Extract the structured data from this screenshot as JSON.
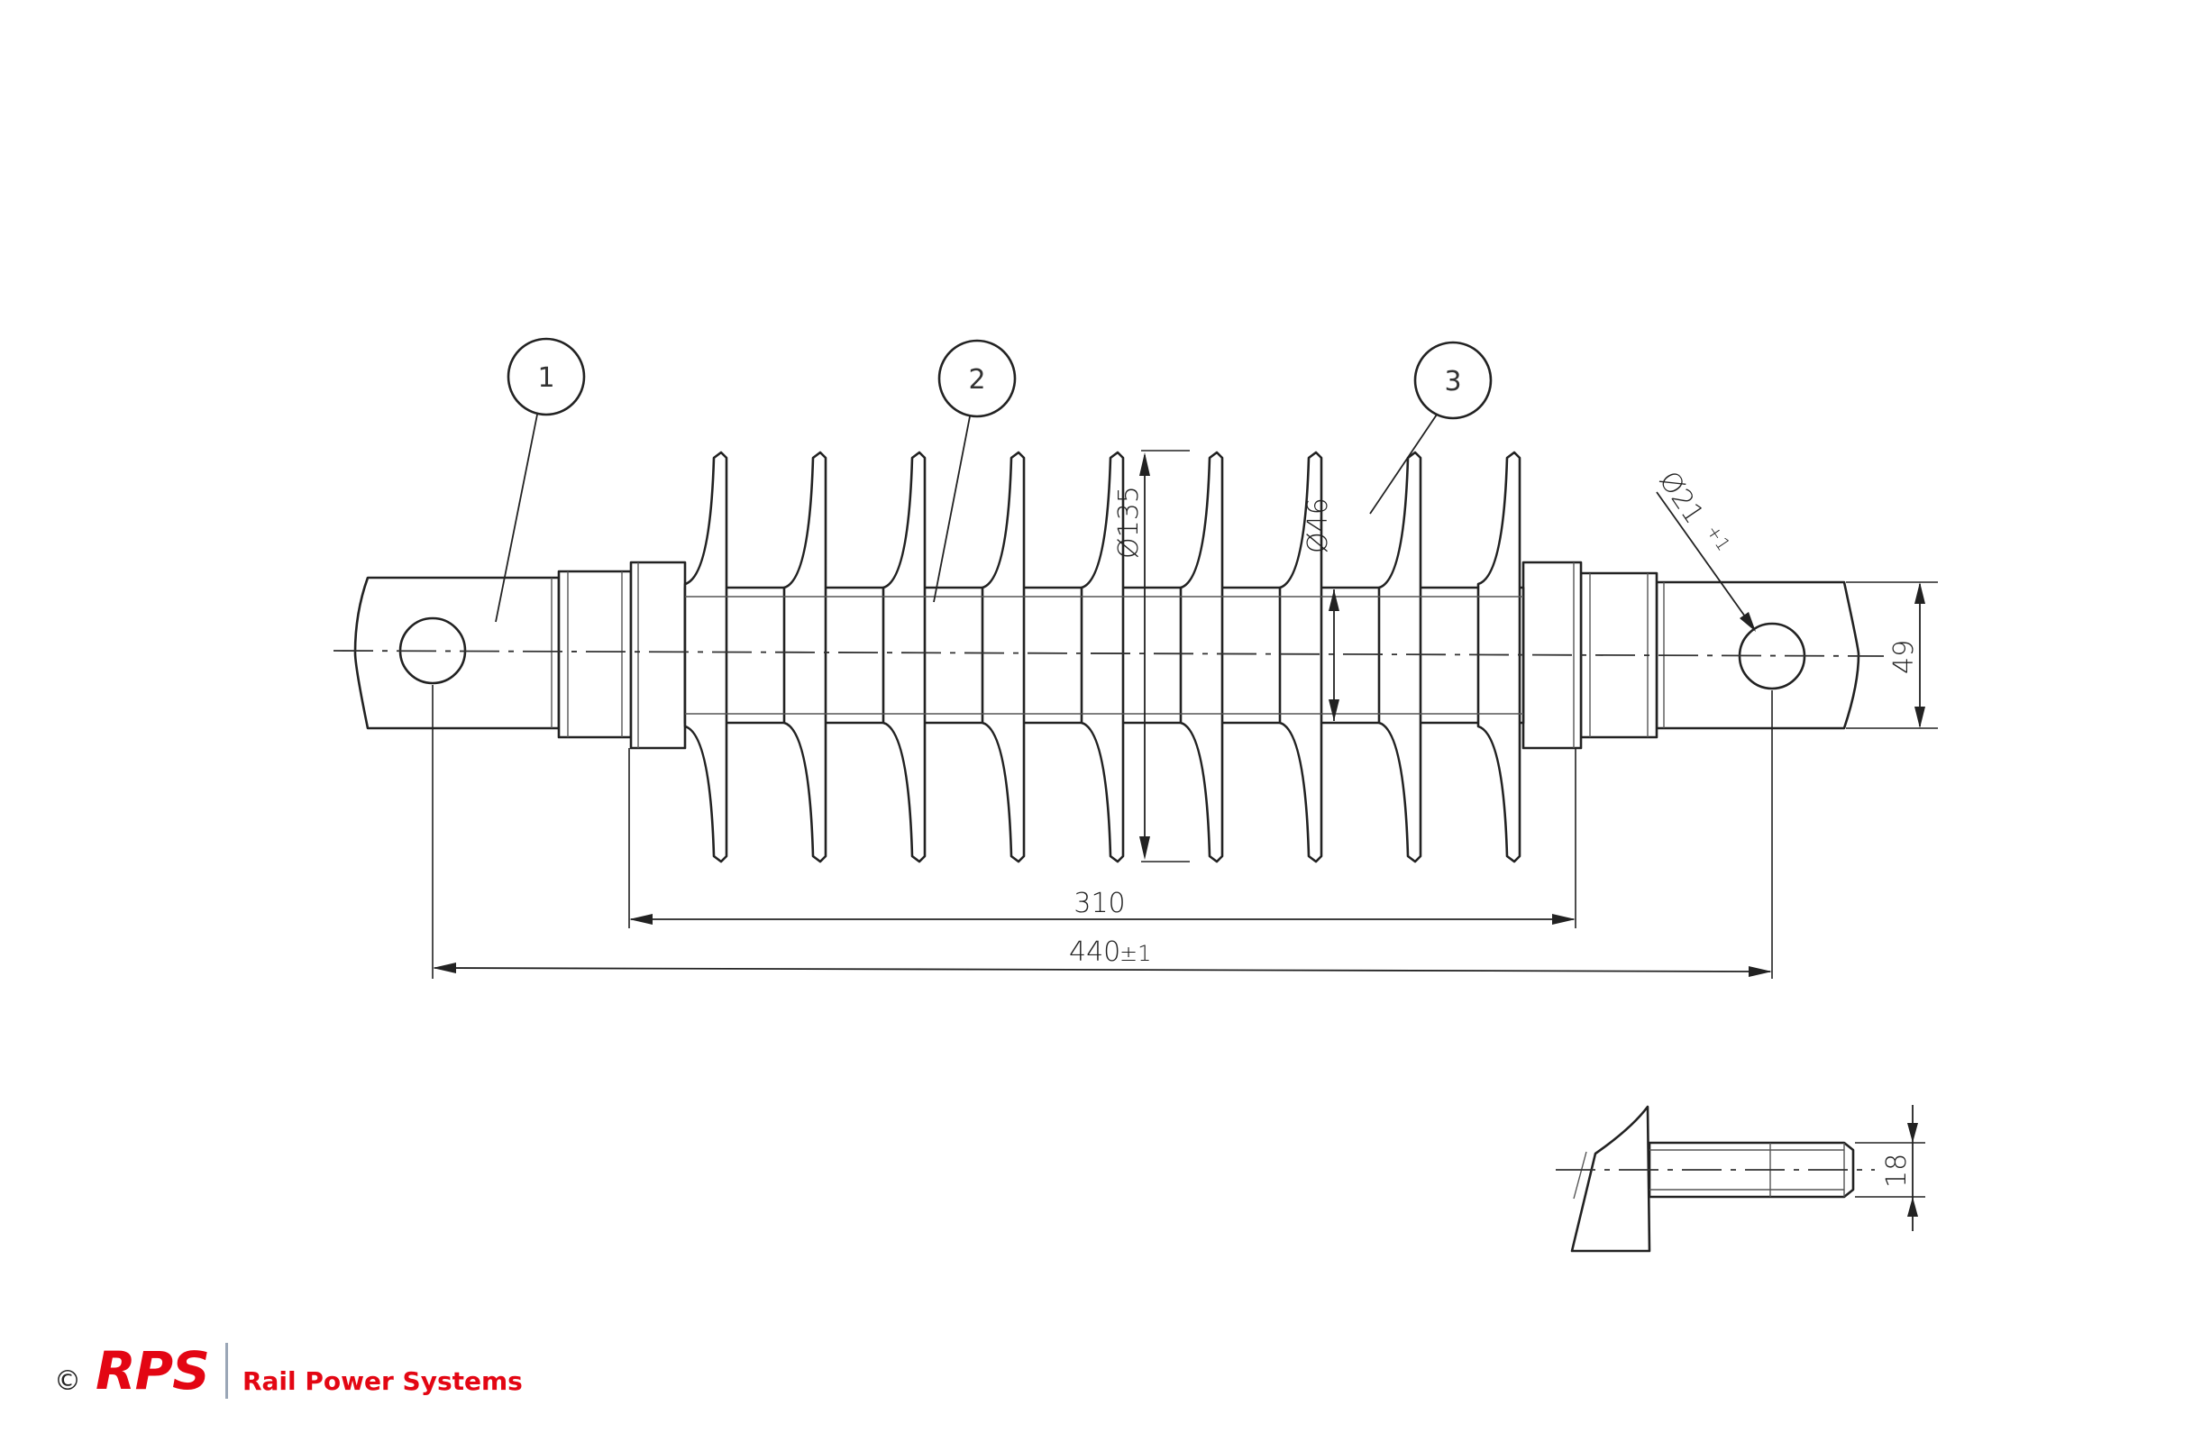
{
  "balloons": [
    "1",
    "2",
    "3"
  ],
  "dimensions": {
    "shed_diameter": "Ø135",
    "core_diameter": "Ø46",
    "hole_diameter": "Ø21",
    "hole_tolerance": "+1",
    "end_height": "49",
    "insulation_length": "310",
    "total_length": "440",
    "total_tolerance": "±1",
    "detail_thickness": "18"
  },
  "footer": {
    "copyright": "©",
    "logo_mark": "RPS",
    "company": "Rail Power Systems"
  },
  "colors": {
    "line": "#222222",
    "brand": "#e30613",
    "divider": "#9aa6b6"
  }
}
